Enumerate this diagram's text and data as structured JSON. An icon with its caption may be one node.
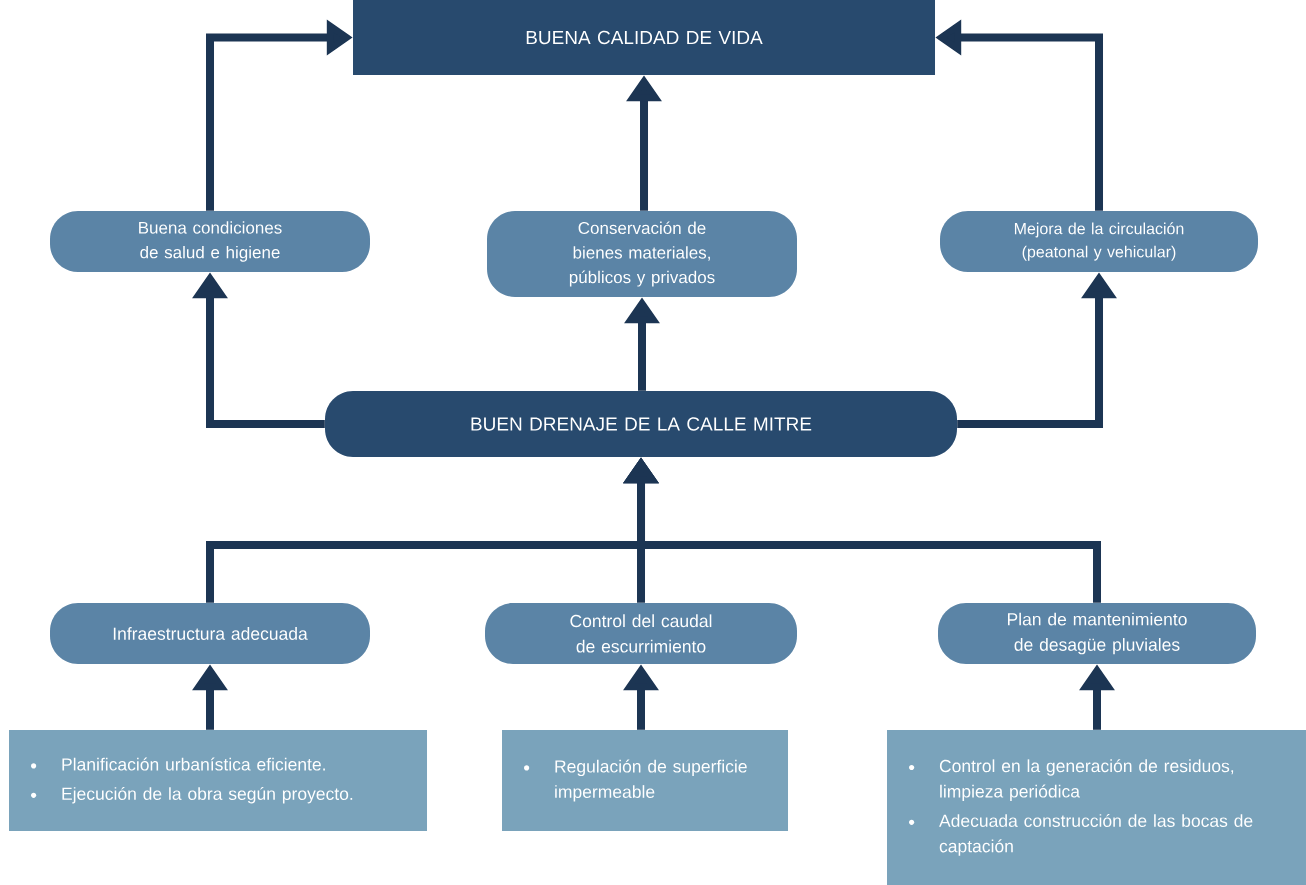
{
  "diagram": {
    "nodes": [
      {
        "text": [
          "BUENA CALIDAD DE VIDA"
        ]
      },
      {
        "text": [
          "Buena condiciones de salud e higiene"
        ]
      },
      {
        "text": [
          "Conservación de bienes materiales, públicos y privados"
        ]
      },
      {
        "text": [
          "Mejora de la circulación (peatonal y vehicular)"
        ]
      },
      {
        "text": [
          "BUEN DRENAJE DE LA CALLE MITRE"
        ]
      },
      {
        "text": [
          "Infraestructura adecuada"
        ]
      },
      {
        "text": [
          "Control del caudal de escurrimiento"
        ]
      },
      {
        "text": [
          "Plan de mantenimiento de desagüe pluviales"
        ]
      },
      {
        "text": [
          "Planificación urbanística eficiente.",
          "Ejecución de la obra según proyecto."
        ]
      },
      {
        "text": [
          "Regulación de superficie impermeable"
        ]
      },
      {
        "text": [
          "Control en la generación de residuos, limpieza periódica",
          "Adecuada construcción de las bocas de captación"
        ]
      }
    ],
    "edges": [
      {
        "from": 1,
        "to": 0,
        "arrow": "to"
      },
      {
        "from": 2,
        "to": 0,
        "arrow": "to"
      },
      {
        "from": 3,
        "to": 0,
        "arrow": "to"
      },
      {
        "from": 4,
        "to": 1,
        "arrow": "to"
      },
      {
        "from": 4,
        "to": 2,
        "arrow": "to"
      },
      {
        "from": 4,
        "to": 3,
        "arrow": "to"
      },
      {
        "from": 5,
        "to": 4,
        "arrow": "to"
      },
      {
        "from": 6,
        "to": 4,
        "arrow": "to"
      },
      {
        "from": 7,
        "to": 4,
        "arrow": "to"
      },
      {
        "from": 8,
        "to": 5,
        "arrow": "to"
      },
      {
        "from": 9,
        "to": 6,
        "arrow": "to"
      },
      {
        "from": 10,
        "to": 7,
        "arrow": "to"
      }
    ]
  }
}
